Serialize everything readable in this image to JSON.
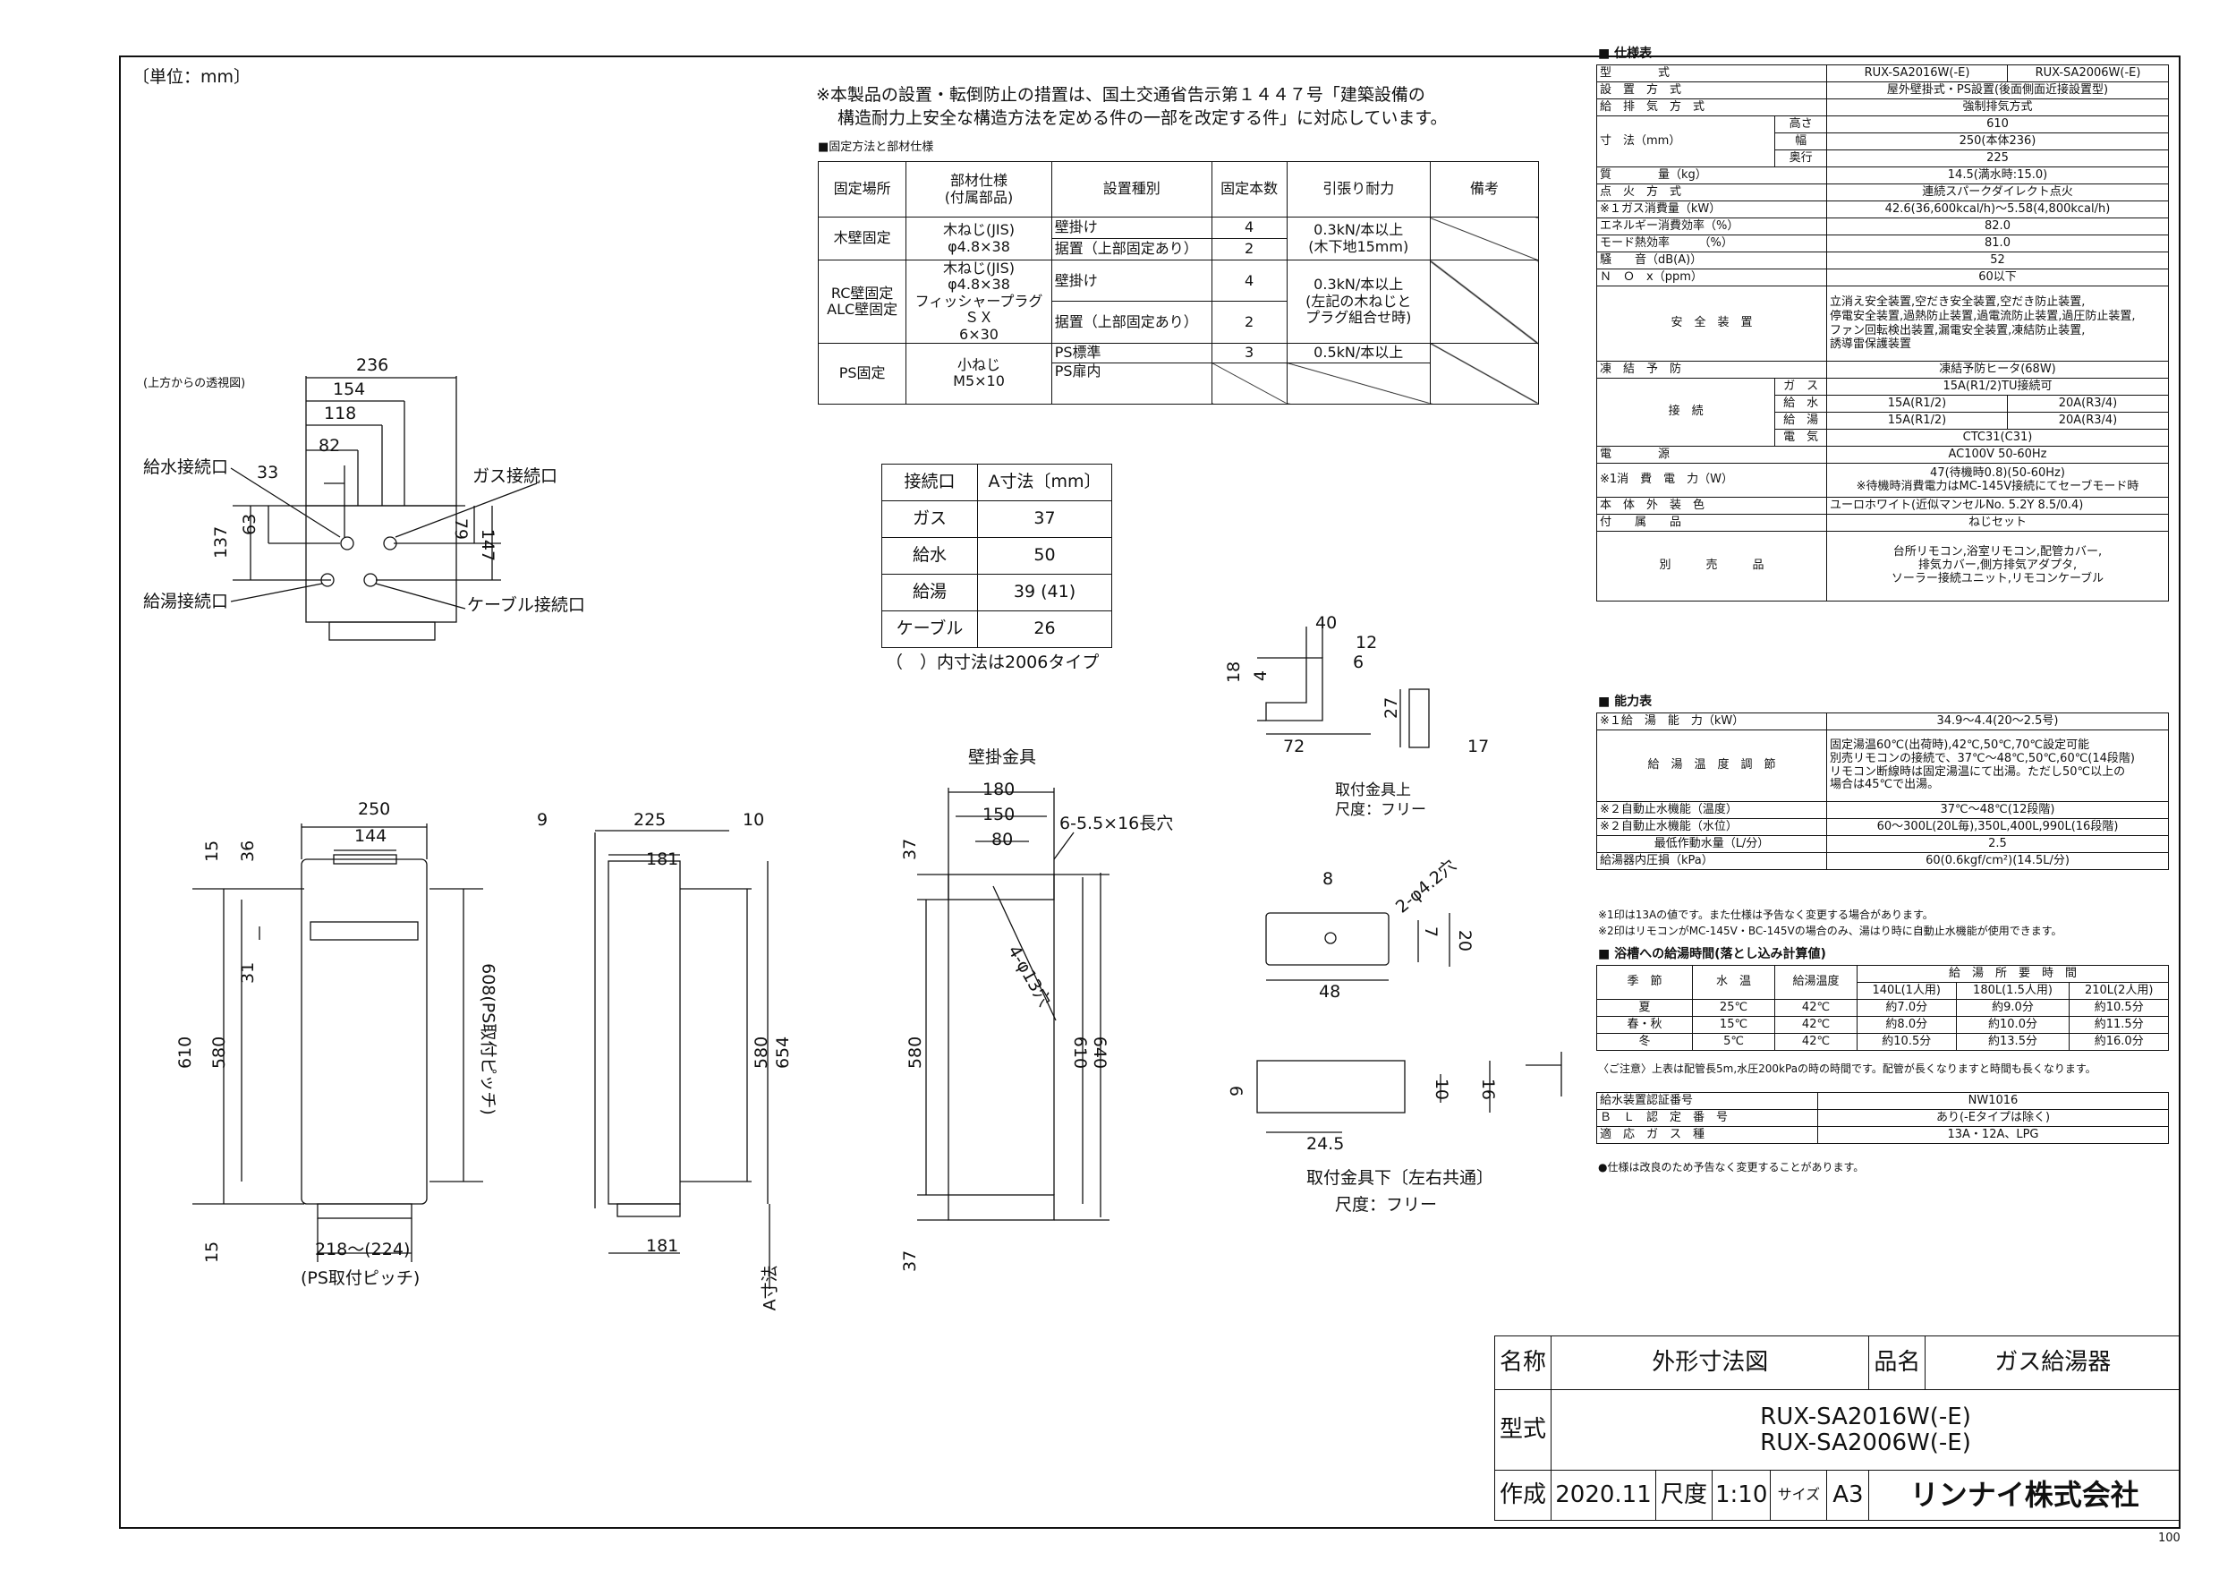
{
  "unit_note": "〔単位：mm〕",
  "notice_lines": [
    "※本製品の設置・転倒防止の措置は、国土交通省告示第１４４７号「建築設備の",
    "構造耐力上安全な構造方法を定める件の一部を改定する件」に対応しています。"
  ],
  "fixing_table": {
    "title": "■固定方法と部材仕様",
    "headers": [
      "固定場所",
      "部材仕様\n(付属部品)",
      "設置種別",
      "固定本数",
      "引張り耐力",
      "備考"
    ],
    "rows": [
      {
        "place": "木壁固定",
        "part": "木ねじ(JIS)\nφ4.8×38",
        "types": [
          "壁掛け",
          "据置（上部固定あり）"
        ],
        "counts": [
          "4",
          "2"
        ],
        "strength": "0.3kN/本以上\n(木下地15mm)"
      },
      {
        "place": "RC壁固定\nALC壁固定",
        "part": "木ねじ(JIS)\nφ4.8×38\nフィッシャープラグＳＸ\n6×30",
        "types": [
          "壁掛け",
          "据置（上部固定あり）"
        ],
        "counts": [
          "4",
          "2"
        ],
        "strength": "0.3kN/本以上\n(左記の木ねじと\nプラグ組合せ時)"
      },
      {
        "place": "PS固定",
        "part": "小ねじ\nM5×10",
        "types": [
          "PS標準",
          "PS扉内"
        ],
        "counts": [
          "3",
          ""
        ],
        "strength": "0.5kN/本以上"
      }
    ]
  },
  "a_table": {
    "headers": [
      "接続口",
      "A寸法〔mm〕"
    ],
    "rows": [
      [
        "ガス",
        "37"
      ],
      [
        "給水",
        "50"
      ],
      [
        "給湯",
        "39 (41)"
      ],
      [
        "ケーブル",
        "26"
      ]
    ],
    "note": "（　）内寸法は2006タイプ"
  },
  "top_view": {
    "caption": "(上方からの透視図)",
    "labels": {
      "water_in": "給水接続口",
      "gas": "ガス接続口",
      "hot": "給湯接続口",
      "cable": "ケーブル接続口"
    },
    "dims": [
      "236",
      "154",
      "118",
      "82",
      "33",
      "137",
      "63",
      "79",
      "147"
    ]
  },
  "front_view": {
    "dims": [
      "250",
      "144",
      "15",
      "36",
      "31",
      "610",
      "580",
      "608(PS取付ピッチ)",
      "15",
      "218〜(224)"
    ],
    "caption": "(PS取付ピッチ)"
  },
  "side_view": {
    "dims": [
      "9",
      "225",
      "10",
      "181",
      "580",
      "654",
      "181",
      "A寸法"
    ]
  },
  "wall_bracket": {
    "title": "壁掛金具",
    "dims": [
      "180",
      "150",
      "80",
      "6-5.5×16長穴",
      "37",
      "580",
      "4-φ13穴",
      "610",
      "640",
      "37"
    ]
  },
  "upper_bracket": {
    "title": "取付金具上",
    "scale": "尺度：フリー",
    "dims": [
      "40",
      "12",
      "6",
      "18",
      "4",
      "27",
      "72",
      "17"
    ]
  },
  "lower_bracket": {
    "title": "取付金具下〔左右共通〕",
    "scale": "尺度：フリー",
    "dims": [
      "8",
      "2-φ4.2穴",
      "7",
      "20",
      "48",
      "6",
      "10",
      "16",
      "24.5"
    ]
  },
  "spec": {
    "title": "■ 仕様表",
    "rows": [
      [
        "型　　　　式",
        "RUX-SA2016W(-E)",
        "RUX-SA2006W(-E)"
      ],
      [
        "設　置　方　式",
        "屋外壁掛式・PS設置(後面側面近接設置型)"
      ],
      [
        "給　排　気　方　式",
        "強制排気方式"
      ],
      [
        "高さ",
        "610"
      ],
      [
        "幅",
        "250(本体236)"
      ],
      [
        "奥行",
        "225"
      ],
      [
        "質　　　　量（kg）",
        "14.5(満水時:15.0)"
      ],
      [
        "点　火　方　式",
        "連続スパークダイレクト点火"
      ],
      [
        "※１ガス消費量（kW）",
        "42.6(36,600kcal/h)〜5.58(4,800kcal/h)"
      ],
      [
        "エネルギー消費効率（%）",
        "82.0"
      ],
      [
        "モード熱効率　　　（%）",
        "81.0"
      ],
      [
        "騒　　音（dB(A)）",
        "52"
      ],
      [
        "Ｎ　Ｏ　x（ppm）",
        "60以下"
      ]
    ],
    "size_label": "寸　法（mm）",
    "safety_label": "安　全　装　置",
    "safety_lines": [
      "立消え安全装置,空だき安全装置,空だき防止装置,",
      "停電安全装置,過熱防止装置,過電流防止装置,過圧防止装置,",
      "ファン回転検出装置,漏電安全装置,凍結防止装置,",
      "誘導雷保護装置"
    ],
    "freeze_label": "凍　結　予　防",
    "freeze_value": "凍結予防ヒータ(68W)",
    "conn_label": "接　続",
    "conn_rows": [
      [
        "ガ　ス",
        "15A(R1/2)TU接続可"
      ],
      [
        "給　水",
        "15A(R1/2)",
        "20A(R3/4)"
      ],
      [
        "給　湯",
        "15A(R1/2)",
        "20A(R3/4)"
      ],
      [
        "電　気",
        "CTC31(C31)"
      ]
    ],
    "power_label": "電　　　　源",
    "power_value": "AC100V 50-60Hz",
    "consume_label": "※1消　費　電　力（W）",
    "consume_lines": [
      "47(待機時0.8)(50-60Hz)",
      "※待機時消費電力はMC-145V接続にてセーブモード時"
    ],
    "color_label": "本　体　外　装　色",
    "color_value": "ユーロホワイト(近似マンセルNo. 5.2Y 8.5/0.4)",
    "acc_label": "付　　属　　品",
    "acc_value": "ねじセット",
    "sep_label": "別　　　売　　　品",
    "sep_lines": [
      "台所リモコン,浴室リモコン,配管カバー,",
      "排気カバー,側方排気アダプタ,",
      "ソーラー接続ユニット,リモコンケーブル"
    ]
  },
  "ability": {
    "title": "■ 能力表",
    "rows": [
      [
        "※１給　湯　能　力（kW）",
        "34.9〜4.4(20〜2.5号)"
      ],
      [
        "※２自動止水機能（温度）",
        "37℃〜48℃(12段階)"
      ],
      [
        "※２自動止水機能（水位）",
        "60〜300L(20L毎),350L,400L,990L(16段階)"
      ],
      [
        "最低作動水量（L/分）",
        "2.5"
      ],
      [
        "給湯器内圧損（kPa）",
        "60(0.6kgf/cm²)(14.5L/分)"
      ]
    ],
    "temp_label": "給　湯　温　度　調　節",
    "temp_lines": [
      "固定湯温60℃(出荷時),42℃,50℃,70℃設定可能",
      "別売リモコンの接続で、37℃〜48℃,50℃,60℃(14段階)",
      "リモコン断線時は固定湯温にて出湯。ただし50℃以上の",
      "場合は45℃で出湯。"
    ],
    "notes": [
      "※1印は13Aの値です。また仕様は予告なく変更する場合があります。",
      "※2印はリモコンがMC-145V・BC-145Vの場合のみ、湯はり時に自動止水機能が使用できます。"
    ]
  },
  "bath": {
    "title": "■ 浴槽への給湯時間(落とし込み計算値)",
    "head": [
      "季　節",
      "水　温",
      "給湯温度",
      "給　湯　所　要　時　間"
    ],
    "sub": [
      "140L(1人用)",
      "180L(1.5人用)",
      "210L(2人用)"
    ],
    "rows": [
      [
        "夏",
        "25℃",
        "42℃",
        "約7.0分",
        "約9.0分",
        "約10.5分"
      ],
      [
        "春・秋",
        "15℃",
        "42℃",
        "約8.0分",
        "約10.0分",
        "約11.5分"
      ],
      [
        "冬",
        "5℃",
        "42℃",
        "約10.5分",
        "約13.5分",
        "約16.0分"
      ]
    ],
    "note": "〈ご注意〉上表は配管長5m,水圧200kPaの時の時間です。配管が長くなりますと時間も長くなります。"
  },
  "cert": {
    "rows": [
      [
        "給水装置認証番号",
        "NW1016"
      ],
      [
        "Ｂ　Ｌ　認　定　番　号",
        "あり(-Eタイプは除く)"
      ],
      [
        "適　応　ガ　ス　種",
        "13A・12A、LPG"
      ]
    ],
    "note": "●仕様は改良のため予告なく変更することがあります。"
  },
  "title_block": {
    "name_label": "名称",
    "name": "外形寸法図",
    "product_label": "品名",
    "product": "ガス給湯器",
    "model_label": "型式",
    "models": [
      "RUX-SA2016W(-E)",
      "RUX-SA2006W(-E)"
    ],
    "made_label": "作成",
    "made": "2020.11",
    "scale_label": "尺度",
    "scale": "1:10",
    "size_label": "サイズ",
    "size": "A3",
    "company": "リンナイ株式会社",
    "page": "100"
  }
}
